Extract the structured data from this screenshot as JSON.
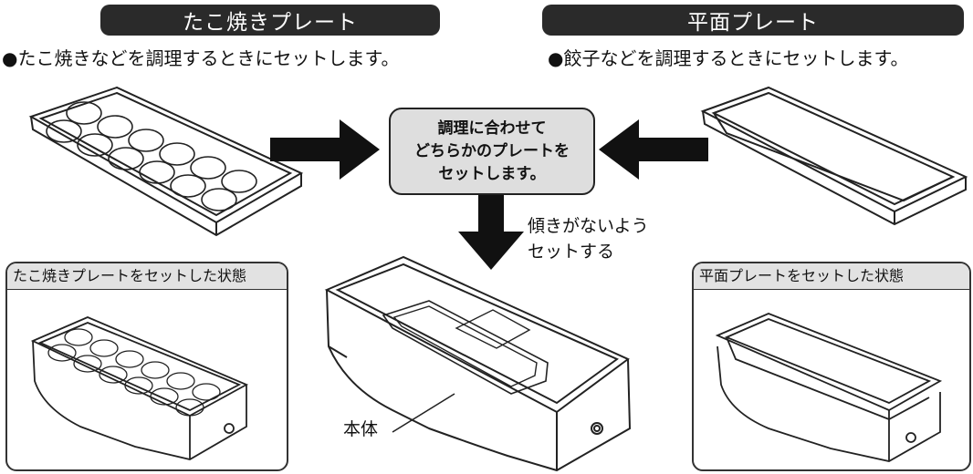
{
  "takoyaki": {
    "title": "たこ焼きプレート",
    "description": "●たこ焼きなどを調理するときにセットします。",
    "state_label": "たこ焼きプレートをセットした状態"
  },
  "flat": {
    "title": "平面プレート",
    "description": "●餃子などを調理するときにセットします。",
    "state_label": "平面プレートをセットした状態"
  },
  "center": {
    "instruction_lines": [
      "調理に合わせて",
      "どちらかのプレートを",
      "セットします。"
    ],
    "note_lines": [
      "傾きがないよう",
      "セットする"
    ],
    "body_label": "本体"
  },
  "colors": {
    "banner": "#2a2a2a",
    "callout": "#dedede",
    "panel_header": "#e2e2e2"
  }
}
